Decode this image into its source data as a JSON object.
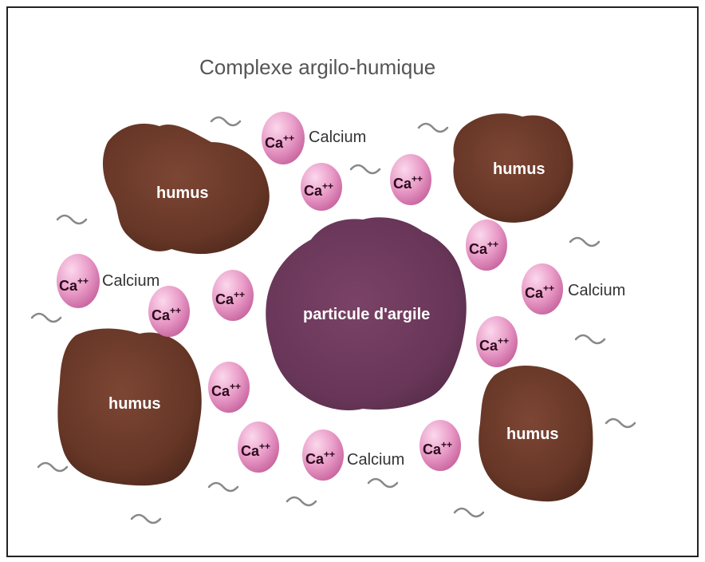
{
  "title": "Complexe argilo-humique",
  "colors": {
    "humus": "#6b3a2b",
    "humus_shade": "#4f2a1f",
    "clay": "#6e3a5a",
    "clay_shade": "#552a44",
    "ion": "#e7a0c8",
    "ion_edge": "#c86aa2"
  },
  "labels": {
    "humus": "humus",
    "clay": "particule d'argile",
    "ion_base": "Ca",
    "ion_charge": "++",
    "calcium": "Calcium"
  }
}
